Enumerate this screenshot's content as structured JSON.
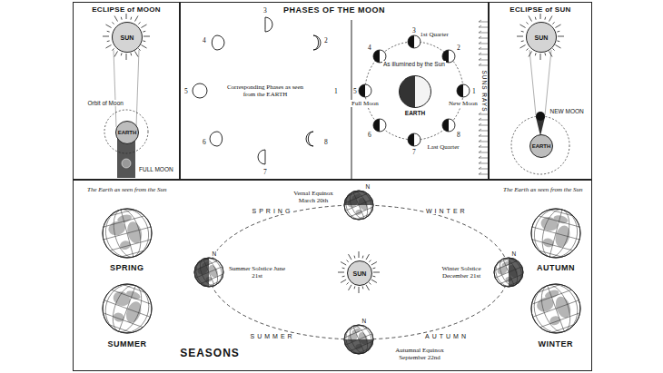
{
  "diagram": {
    "nodes": [
      {
        "text": [
          "ECLIPSE of MOON"
        ]
      },
      {
        "text": [
          "SUN"
        ],
        "in": 0
      },
      {
        "text": [
          "EARTH"
        ],
        "in": 0
      },
      {
        "text": [
          "PHASES OF THE MOON"
        ]
      },
      {
        "text": [
          "EARTH"
        ],
        "in": 3
      },
      {
        "text": [
          "ECLIPSE of SUN"
        ]
      },
      {
        "text": [
          "SUN"
        ],
        "in": 5
      },
      {
        "text": [
          "EARTH"
        ],
        "in": 5
      },
      {
        "text": [
          "SEASONS"
        ]
      },
      {
        "text": [
          "SUN"
        ],
        "in": 8
      }
    ],
    "labels": [
      "Orbit of Moon",
      "FULL MOON",
      "1",
      "2",
      "3",
      "4",
      "5",
      "6",
      "7",
      "8",
      "Corresponding Phases as seen from the EARTH",
      "3",
      "1st Quarter",
      "2",
      "1",
      "New Moon",
      "8",
      "7",
      "Last Quarter",
      "6",
      "5",
      "Full Moon",
      "4",
      "As illumined by the Sun",
      "SUNS RAYS",
      "NEW MOON",
      "The Earth as seen from the Sun",
      "The Earth as seen from the Sun",
      "SPRING",
      "SUMMER",
      "AUTUMN",
      "WINTER",
      "Vernal Equinox March 20th",
      "N",
      "SPRING",
      "WINTER",
      "Summer Solstice June 21st",
      "N",
      "Winter Solstice December 21st",
      "N",
      "SUMMER",
      "AUTUMN",
      "Autumnal Equinox September 22nd",
      "N"
    ]
  }
}
